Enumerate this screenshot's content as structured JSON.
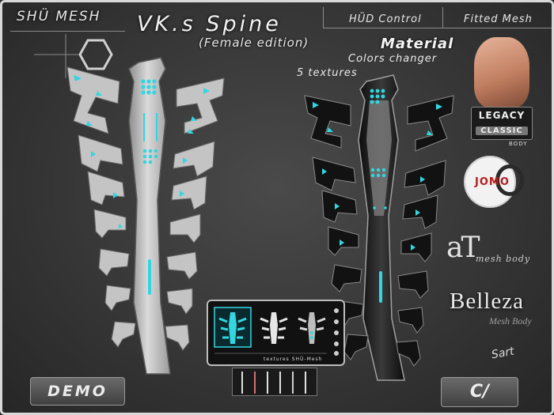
{
  "header": {
    "brand": "SHÜ MESH",
    "title": "VK.s Spine",
    "subtitle": "(Female edition)",
    "hud_control": "HÜD Control",
    "fitted_mesh": "Fitted Mesh",
    "material": "Material",
    "colors_changer": "Colors changer",
    "textures_count": "5 textures"
  },
  "logos": {
    "legacy_title": "LEGACY",
    "legacy_sub": "CLASSIC",
    "legacy_body": "BODY",
    "jomo": "JOMO",
    "at_mark": "aT",
    "at_sub": "mesh body",
    "belleza": "Belleza",
    "belleza_sub": "Mesh Body",
    "signature": "Sart"
  },
  "buttons": {
    "demo": "DEMO",
    "cv": "C/"
  },
  "hud": {
    "caption": "textures",
    "caption_sub": "SHÜ-Mesh"
  },
  "colors": {
    "accent": "#33d6e0",
    "silver": "#c9c9c9",
    "dark": "#141414"
  }
}
